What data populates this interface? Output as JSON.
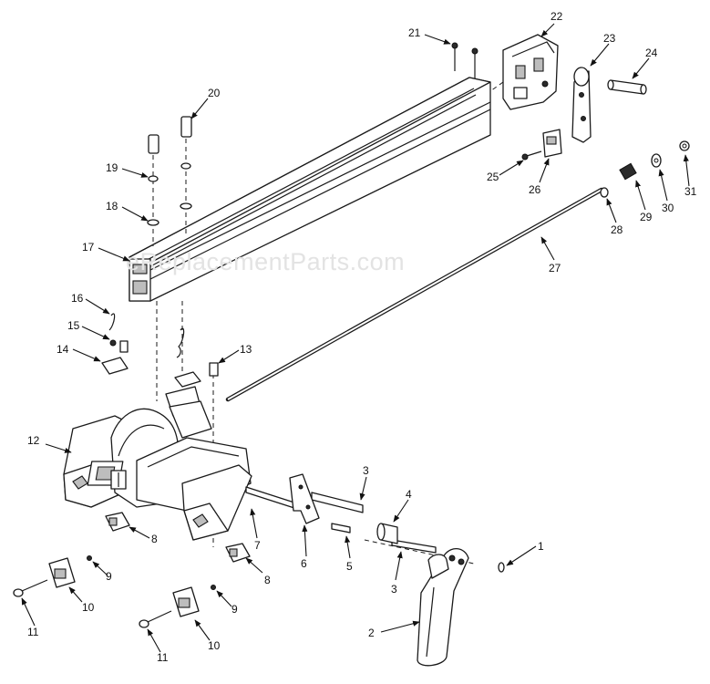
{
  "watermark": "eReplacementParts.com",
  "callouts": [
    {
      "id": "c1",
      "label": "1"
    },
    {
      "id": "c2",
      "label": "2"
    },
    {
      "id": "c3a",
      "label": "3"
    },
    {
      "id": "c3b",
      "label": "3"
    },
    {
      "id": "c4",
      "label": "4"
    },
    {
      "id": "c5",
      "label": "5"
    },
    {
      "id": "c6",
      "label": "6"
    },
    {
      "id": "c7",
      "label": "7"
    },
    {
      "id": "c8a",
      "label": "8"
    },
    {
      "id": "c8b",
      "label": "8"
    },
    {
      "id": "c9a",
      "label": "9"
    },
    {
      "id": "c9b",
      "label": "9"
    },
    {
      "id": "c10a",
      "label": "10"
    },
    {
      "id": "c10b",
      "label": "10"
    },
    {
      "id": "c11a",
      "label": "11"
    },
    {
      "id": "c11b",
      "label": "11"
    },
    {
      "id": "c12",
      "label": "12"
    },
    {
      "id": "c13",
      "label": "13"
    },
    {
      "id": "c14",
      "label": "14"
    },
    {
      "id": "c15",
      "label": "15"
    },
    {
      "id": "c16",
      "label": "16"
    },
    {
      "id": "c17",
      "label": "17"
    },
    {
      "id": "c18",
      "label": "18"
    },
    {
      "id": "c19",
      "label": "19"
    },
    {
      "id": "c20",
      "label": "20"
    },
    {
      "id": "c21",
      "label": "21"
    },
    {
      "id": "c22",
      "label": "22"
    },
    {
      "id": "c23",
      "label": "23"
    },
    {
      "id": "c24",
      "label": "24"
    },
    {
      "id": "c25",
      "label": "25"
    },
    {
      "id": "c26",
      "label": "26"
    },
    {
      "id": "c27",
      "label": "27"
    },
    {
      "id": "c28",
      "label": "28"
    },
    {
      "id": "c29",
      "label": "29"
    },
    {
      "id": "c30",
      "label": "30"
    },
    {
      "id": "c31",
      "label": "31"
    }
  ]
}
